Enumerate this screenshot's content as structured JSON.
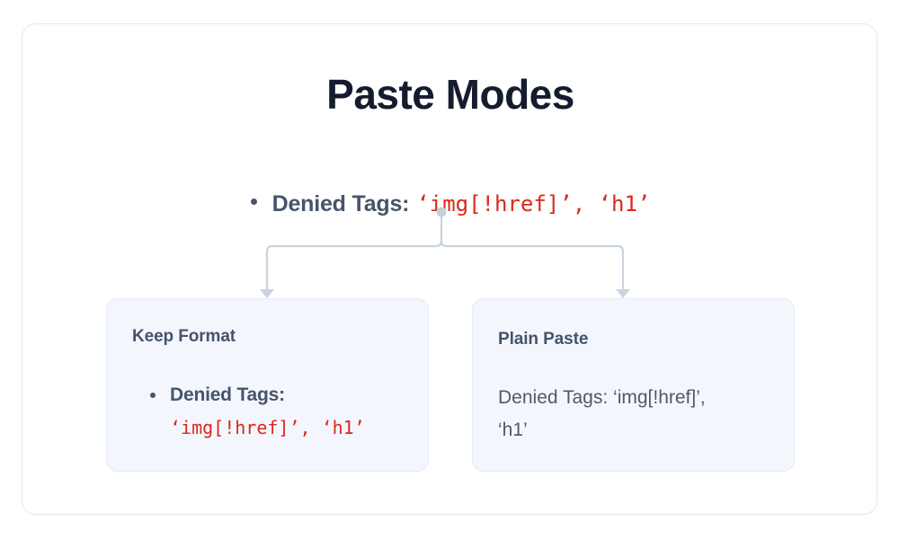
{
  "page": {
    "title": "Paste Modes",
    "background_color": "#ffffff",
    "panel_border_color": "#e7e8ea"
  },
  "source": {
    "bullet_marker": "•",
    "label": "Denied Tags:",
    "code": "‘img[!href]’, ‘h1’",
    "label_color": "#46556b",
    "code_color": "#d8291c"
  },
  "connector": {
    "node_color": "#c4cfdc",
    "line_color": "#c9d4e0",
    "arrow_color": "#c9d4e0",
    "branches": [
      "keep-format",
      "plain-paste"
    ]
  },
  "cards": [
    {
      "id": "keep-format",
      "title": "Keep Format",
      "body_kind": "rich",
      "bullet_marker": "•",
      "label": "Denied Tags:",
      "code": "‘img[!href]’, ‘h1’",
      "code_line_1": "‘img[!",
      "code_line_2": "href]’, ‘h1’",
      "background_color": "#f3f6fd",
      "border_color": "#e3eafa"
    },
    {
      "id": "plain-paste",
      "title": "Plain Paste",
      "body_kind": "plain",
      "text": "Denied Tags: ‘img[!href]’, ‘h1’",
      "text_color": "#4d5a6b",
      "background_color": "#f3f6fd",
      "border_color": "#e3eafa"
    }
  ]
}
